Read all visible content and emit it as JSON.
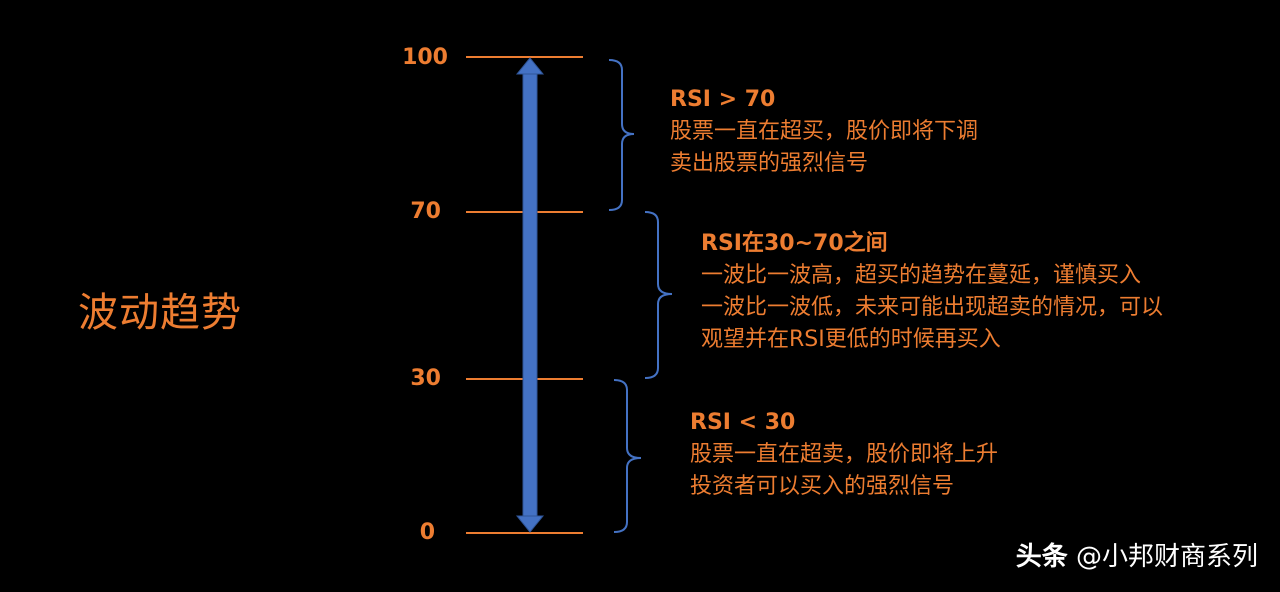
{
  "side_title": "波动趋势",
  "levels": [
    "100",
    "70",
    "30",
    "0"
  ],
  "zones": [
    {
      "title": "RSI > 70",
      "lines": [
        "股票一直在超买，股价即将下调",
        "卖出股票的强烈信号"
      ]
    },
    {
      "title": "RSI在30~70之间",
      "lines": [
        "一波比一波高，超买的趋势在蔓延，谨慎买入",
        "一波比一波低，未来可能出现超卖的情况，可以",
        "观望并在RSI更低的时候再买入"
      ]
    },
    {
      "title": "RSI < 30",
      "lines": [
        "股票一直在超卖，股价即将上升",
        "投资者可以买入的强烈信号"
      ]
    }
  ],
  "watermark": {
    "brand": "头条",
    "handle": "@小邦财商系列"
  },
  "colors": {
    "accent": "#ED7D31",
    "arrow": "#4472C4",
    "bracket": "#4472C4",
    "background": "#000000"
  }
}
